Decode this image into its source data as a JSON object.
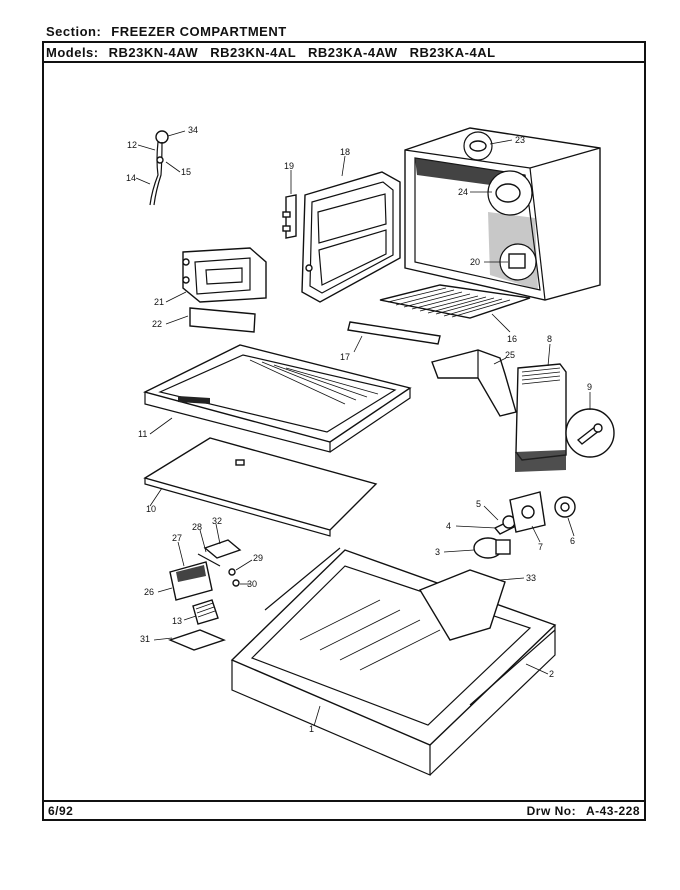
{
  "header": {
    "section_label": "Section:",
    "section_value": "FREEZER COMPARTMENT",
    "models_label": "Models:",
    "models_value": "RB23KN-4AW  RB23KN-4AL  RB23KA-4AW  RB23KA-4AL"
  },
  "footer": {
    "date": "6/92",
    "drawing_label": "Drw No:",
    "drawing_number": "A-43-228"
  },
  "callouts": {
    "c1": "1",
    "c2": "2",
    "c3": "3",
    "c4": "4",
    "c5": "5",
    "c6": "6",
    "c7": "7",
    "c8": "8",
    "c9": "9",
    "c10": "10",
    "c11": "11",
    "c12": "12",
    "c13": "13",
    "c14": "14",
    "c15": "15",
    "c16": "16",
    "c17": "17",
    "c18": "18",
    "c19": "19",
    "c20": "20",
    "c21": "21",
    "c22": "22",
    "c23": "23",
    "c24": "24",
    "c25": "25",
    "c26": "26",
    "c27": "27",
    "c28": "28",
    "c29": "29",
    "c30": "30",
    "c31": "31",
    "c32": "32",
    "c33": "33",
    "c34": "34"
  }
}
